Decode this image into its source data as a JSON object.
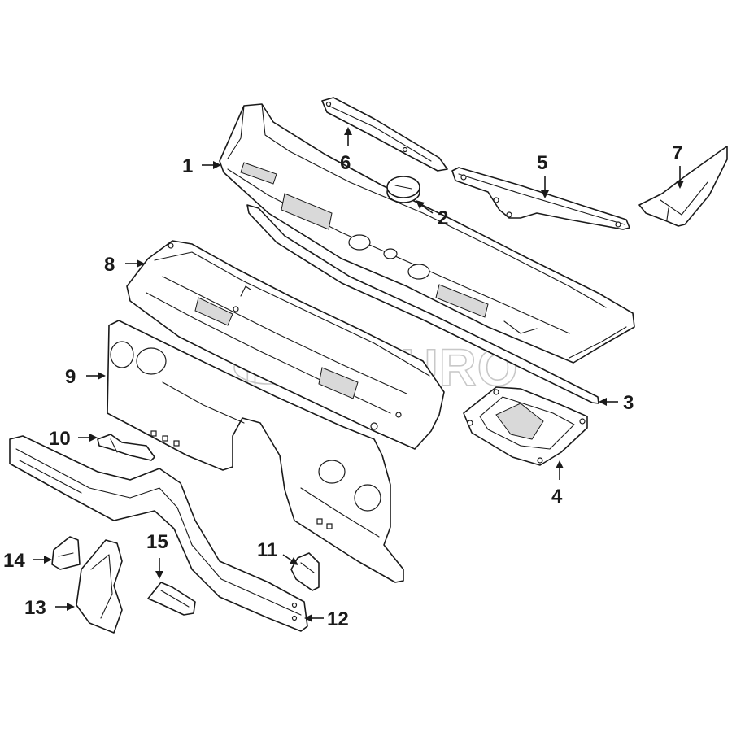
{
  "watermark": "FCP EURO",
  "colors": {
    "line": "#1a1a1a",
    "watermark": "#c8c8c8",
    "background": "#ffffff"
  },
  "callouts": [
    "1",
    "2",
    "3",
    "4",
    "5",
    "6",
    "7",
    "8",
    "9",
    "10",
    "11",
    "12",
    "13",
    "14",
    "15"
  ]
}
